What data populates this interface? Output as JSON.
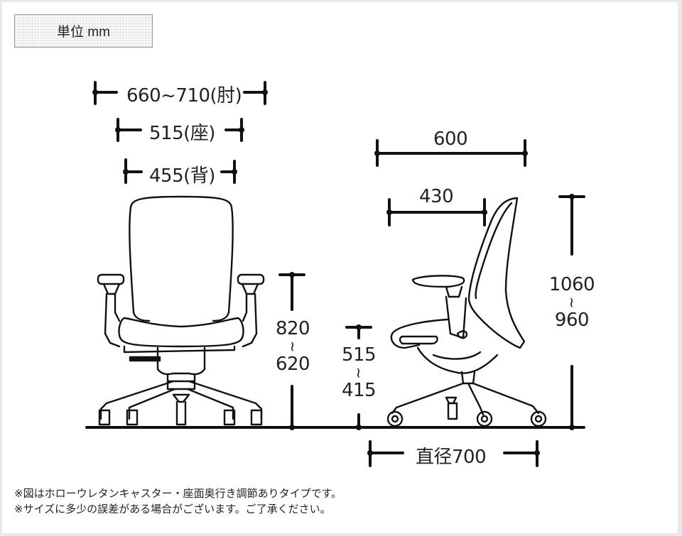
{
  "unit_label": "単位 mm",
  "front_view": {
    "width_armrest": "660~710(肘)",
    "width_seat": "515(座)",
    "width_back": "455(背)",
    "arm_height": {
      "max": "820",
      "sep": "~",
      "min": "620"
    },
    "seat_height": {
      "max": "515",
      "sep": "~",
      "min": "415"
    }
  },
  "side_view": {
    "depth_total": "600",
    "depth_seat": "430",
    "total_height": {
      "max": "1060",
      "sep": "~",
      "min": "960"
    },
    "base_diameter": "直径700"
  },
  "notes": [
    "※図はホローウレタンキャスター・座面奥行き調節ありタイプです。",
    "※サイズに多少の誤差がある場合がございます。ご了承ください。"
  ]
}
